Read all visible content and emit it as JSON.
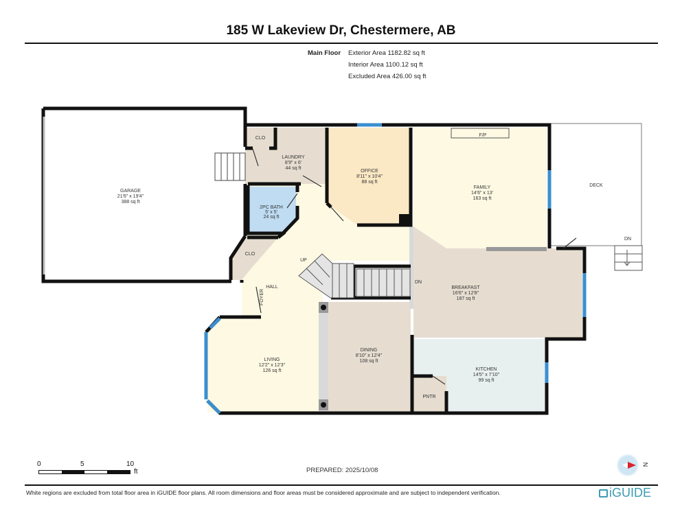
{
  "header": {
    "title": "185 W Lakeview Dr, Chestermere, AB",
    "floor_name": "Main Floor",
    "area_lines": [
      "Exterior Area 1182.82 sq ft",
      "Interior Area 1100.12 sq ft",
      "Excluded Area 426.00 sq ft"
    ]
  },
  "rooms": [
    {
      "name": "GARAGE",
      "dims": "21'6\" x 19'4\"",
      "area": "388 sq ft"
    },
    {
      "name": "CLO",
      "dims": "",
      "area": ""
    },
    {
      "name": "LAUNDRY",
      "dims": "8'9\" x 6'",
      "area": "44 sq ft"
    },
    {
      "name": "OFFICE",
      "dims": "8'11\" x 10'4\"",
      "area": "88 sq ft"
    },
    {
      "name": "FAMILY",
      "dims": "14'6\" x 13'",
      "area": "163 sq ft"
    },
    {
      "name": "DECK",
      "dims": "",
      "area": ""
    },
    {
      "name": "2PC BATH",
      "dims": "5' x 5'",
      "area": "24 sq ft"
    },
    {
      "name": "CLO",
      "dims": "",
      "area": ""
    },
    {
      "name": "HALL",
      "dims": "",
      "area": ""
    },
    {
      "name": "FOYER",
      "dims": "",
      "area": ""
    },
    {
      "name": "BREAKFAST",
      "dims": "16'6\" x 12'8\"",
      "area": "187 sq ft"
    },
    {
      "name": "DINING",
      "dims": "8'10\" x 12'4\"",
      "area": "108 sq ft"
    },
    {
      "name": "LIVING",
      "dims": "12'2\" x 12'3\"",
      "area": "126 sq ft"
    },
    {
      "name": "KITCHEN",
      "dims": "14'5\" x 7'10\"",
      "area": "99 sq ft"
    },
    {
      "name": "PNTR",
      "dims": "",
      "area": ""
    }
  ],
  "annotations": {
    "fireplace": "F/P",
    "stairs_up": "UP",
    "stairs_down": "DN",
    "deck_stairs_down": "DN"
  },
  "scale_bar": {
    "ticks": [
      "0",
      "5",
      "10"
    ],
    "unit": "ft"
  },
  "footer": {
    "prepared": "PREPARED: 2025/10/08",
    "disclaimer": "White regions are excluded from total floor area in iGUIDE floor plans. All room dimensions and floor areas must be considered approximate and are subject to independent verification.",
    "brand": "iGUIDE",
    "compass_label": "N"
  },
  "colors": {
    "wall": "#111111",
    "window": "#3a8fd0",
    "hall_living": "#fdf9e3",
    "office": "#fbe8c4",
    "utility": "#e6ddd0",
    "bath": "#bfdcf2",
    "kitchen": "#e8efef",
    "brand": "#3b9bb2"
  }
}
